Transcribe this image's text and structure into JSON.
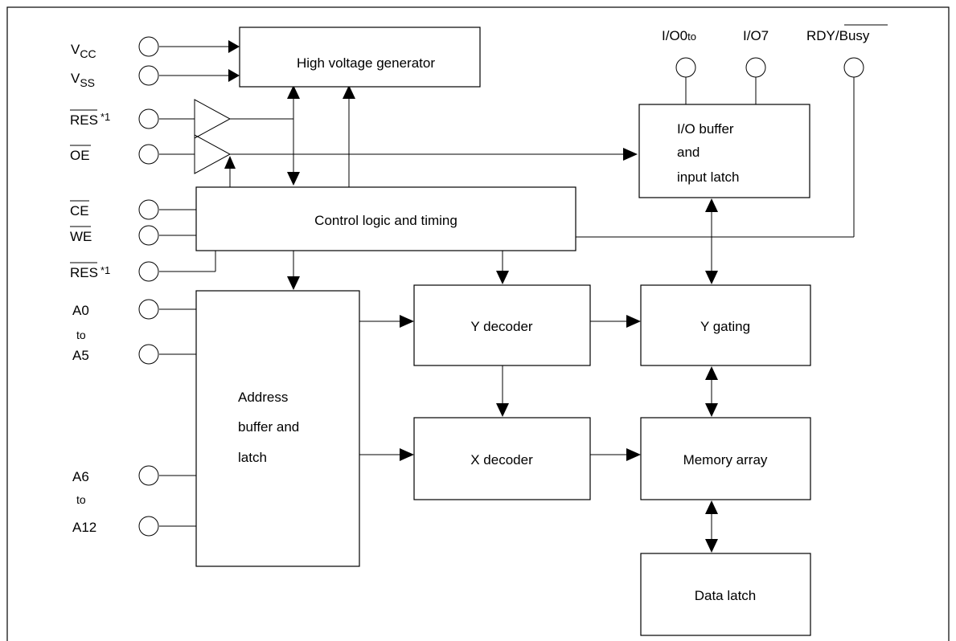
{
  "pins": {
    "vcc_main": "V",
    "vcc_sub": "CC",
    "vss_main": "V",
    "vss_sub": "SS",
    "res_top": "RES",
    "res_top_note": "*1",
    "oe": "OE",
    "ce": "CE",
    "we": "WE",
    "res_bottom": "RES",
    "res_bottom_note": "*1",
    "a0": "A0",
    "to1": "to",
    "a5": "A5",
    "a6": "A6",
    "to2": "to",
    "a12": "A12",
    "io0": "I/O0",
    "io_to": "to",
    "io7": "I/O7",
    "rdy": "RDY/",
    "busy": "Busy"
  },
  "blocks": {
    "hv_generator": "High voltage generator",
    "io_buffer": [
      "I/O buffer",
      "and",
      "input latch"
    ],
    "control_logic": "Control logic and timing",
    "address_buffer": [
      "Address",
      "buffer and",
      "latch"
    ],
    "y_decoder": "Y decoder",
    "y_gating": "Y gating",
    "x_decoder": "X decoder",
    "memory_array": "Memory array",
    "data_latch": "Data latch"
  }
}
